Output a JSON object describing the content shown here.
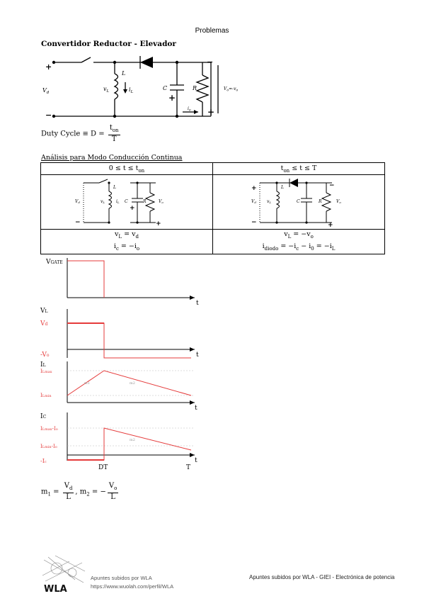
{
  "header": {
    "title": "Problemas"
  },
  "section": {
    "title": "Convertidor Reductor - Elevador"
  },
  "main_circuit": {
    "vd": "V",
    "vd_sub": "d",
    "plus": "+",
    "minus": "−",
    "l": "L",
    "vl": "v",
    "vl_sub": "L",
    "il": "i",
    "il_sub": "L",
    "c": "C",
    "r": "R",
    "vo": "V",
    "vo_sub": "o",
    "vo_right": "V",
    "vo_right_sub": "o",
    "vo_eq": "=-v",
    "vo_eq_sub": "o",
    "io": "i",
    "io_sub": "o"
  },
  "duty": {
    "text": "Duty Cycle ≡ D = ",
    "num": "t",
    "num_sub": "on",
    "den": "T"
  },
  "analysis": {
    "title": "Análisis para Modo Conducción Continua"
  },
  "table": {
    "col1_header": "0 ≤ t ≤ t",
    "col1_header_sub": "on",
    "col2_header": "t",
    "col2_header_sub": "on",
    "col2_header_rest": " ≤ t ≤ T",
    "col1_eq1_a": "v",
    "col1_eq1_a_sub": "L",
    "col1_eq1_b": " = v",
    "col1_eq1_b_sub": "d",
    "col1_eq2_a": "i",
    "col1_eq2_a_sub": "c",
    "col1_eq2_b": " = −i",
    "col1_eq2_b_sub": "o",
    "col2_eq1_a": "v",
    "col2_eq1_a_sub": "L",
    "col2_eq1_b": " = −v",
    "col2_eq1_b_sub": "o",
    "col2_eq2_a": "i",
    "col2_eq2_a_sub": "diodo",
    "col2_eq2_b": " = −i",
    "col2_eq2_b_sub": "c",
    "col2_eq2_c": " − i",
    "col2_eq2_c_sub": "0",
    "col2_eq2_d": " = −i",
    "col2_eq2_d_sub": "L"
  },
  "waveforms": {
    "vgate": "V",
    "vgate_sub": "GATE",
    "vl": "V",
    "vl_sub": "L",
    "vd": "V",
    "vd_sub": "d",
    "neg_vo": "-V",
    "neg_vo_sub": "o",
    "il": "I",
    "il_sub": "L",
    "ilmax": "I",
    "ilmax_sub": "Lmax",
    "ilmin": "I",
    "ilmin_sub": "Lmin",
    "ic": "I",
    "ic_sub": "C",
    "icmax": "I",
    "icmax_sub": "Lmax",
    "icmax_b": "-I",
    "icmax_b_sub": "o",
    "icmin": "I",
    "icmin_sub": "Lmin",
    "icmin_b": "-I",
    "icmin_b_sub": "o",
    "neg_ic": "-I",
    "neg_ic_sub": "c",
    "t": "t",
    "dt": "DT",
    "T": "T",
    "m1": "m1",
    "m2": "m2"
  },
  "slopes": {
    "m1": "m",
    "m1_sub": "1",
    "m1_num": "V",
    "m1_num_sub": "d",
    "m1_den": "L",
    "m2": ", m",
    "m2_sub": "2",
    "m2_eq": " = −",
    "m2_num": "V",
    "m2_num_sub": "o",
    "m2_den": "L"
  },
  "footer": {
    "logo_text": "WLA",
    "line1": "Apuntes subidos por WLA",
    "line2": "https://www.wuolah.com/perfil/WLA",
    "right": "Apuntes subidos por WLA - GIEI - Electrónica de potencia"
  },
  "colors": {
    "wave": "#e53b3b",
    "black": "#000000",
    "grid": "#bbbbbb"
  }
}
